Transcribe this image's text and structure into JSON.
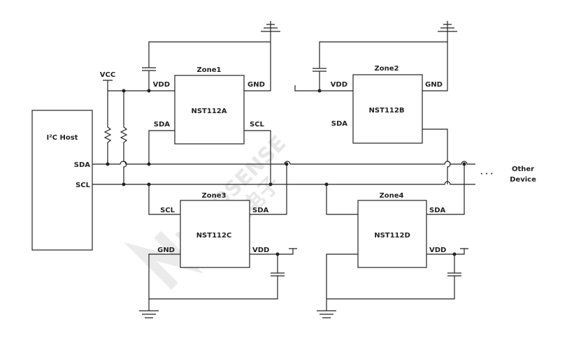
{
  "host": {
    "label": "I²C Host",
    "sda": "SDA",
    "scl": "SCL"
  },
  "vcc": "VCC",
  "ellipsis": "· · ·",
  "other_device": {
    "line1": "Other",
    "line2": "Device"
  },
  "watermark": {
    "brand": "NOVOSENSE",
    "cn": "纳芯微电子"
  },
  "chips": [
    {
      "zone": "Zone1",
      "name": "NST112A",
      "vdd": "VDD",
      "gnd": "GND",
      "sda": "SDA",
      "scl": "SCL"
    },
    {
      "zone": "Zone2",
      "name": "NST112B",
      "vdd": "VDD",
      "gnd": "GND",
      "sda": "SDA"
    },
    {
      "zone": "Zone3",
      "name": "NST112C",
      "scl": "SCL",
      "sda": "SDA",
      "gnd": "GND",
      "vdd": "VDD"
    },
    {
      "zone": "Zone4",
      "name": "NST112D",
      "sda": "SDA",
      "vdd": "VDD"
    }
  ]
}
